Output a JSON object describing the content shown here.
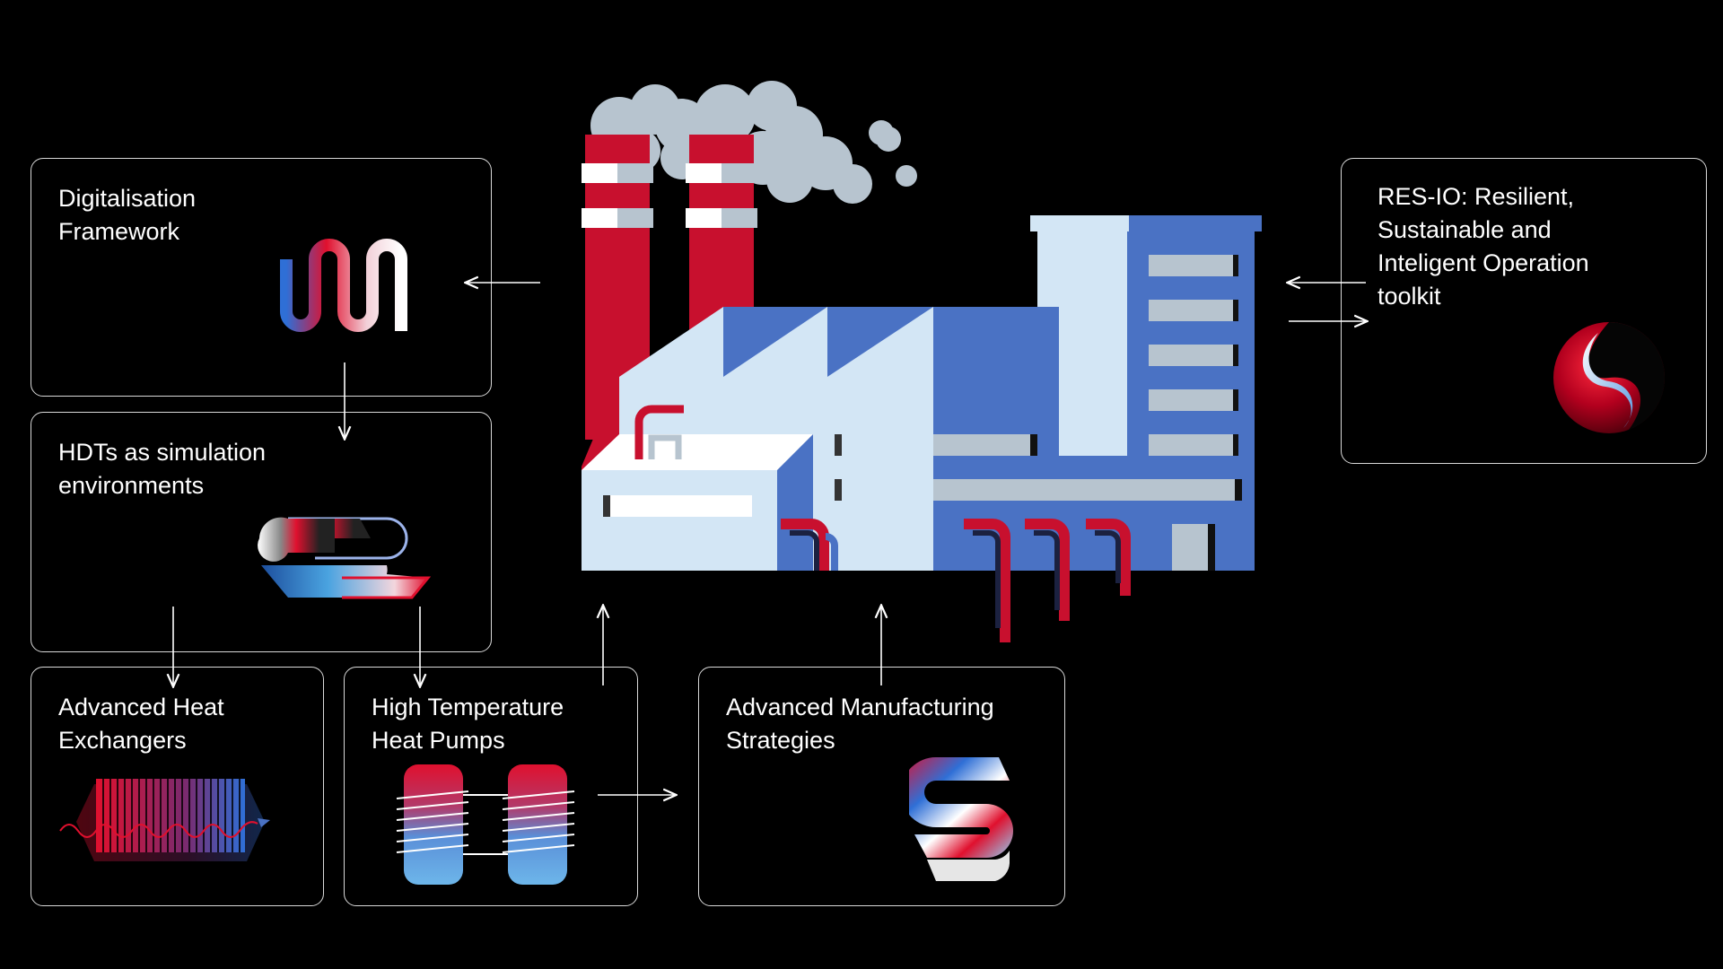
{
  "boxes": {
    "digitalisation": {
      "title": "Digitalisation\nFramework"
    },
    "hdts": {
      "title": "HDTs as simulation\nenvironments"
    },
    "heat_exchangers": {
      "title": "Advanced Heat\nExchangers"
    },
    "heat_pumps": {
      "title": "High Temperature\nHeat Pumps"
    },
    "manufacturing": {
      "title": "Advanced Manufacturing\nStrategies"
    },
    "res_io": {
      "title": "RES-IO: Resilient,\nSustainable and\nInteligent Operation\ntoolkit"
    }
  },
  "icons": {
    "digitalisation": "wave-logo-icon",
    "hdts": "s-logo-icon",
    "heat_exchangers": "heat-exchanger-icon",
    "heat_pumps": "heat-pump-cylinders-icon",
    "manufacturing": "s-stack-logo-icon",
    "res_io": "sphere-logo-icon",
    "center": "factory-illustration"
  },
  "colors": {
    "background": "#000000",
    "border": "#d9d9d9",
    "red": "#c8102e",
    "blue": "#4a72c4",
    "light_blue": "#d3e6f5",
    "smoke": "#b7c4cf"
  }
}
